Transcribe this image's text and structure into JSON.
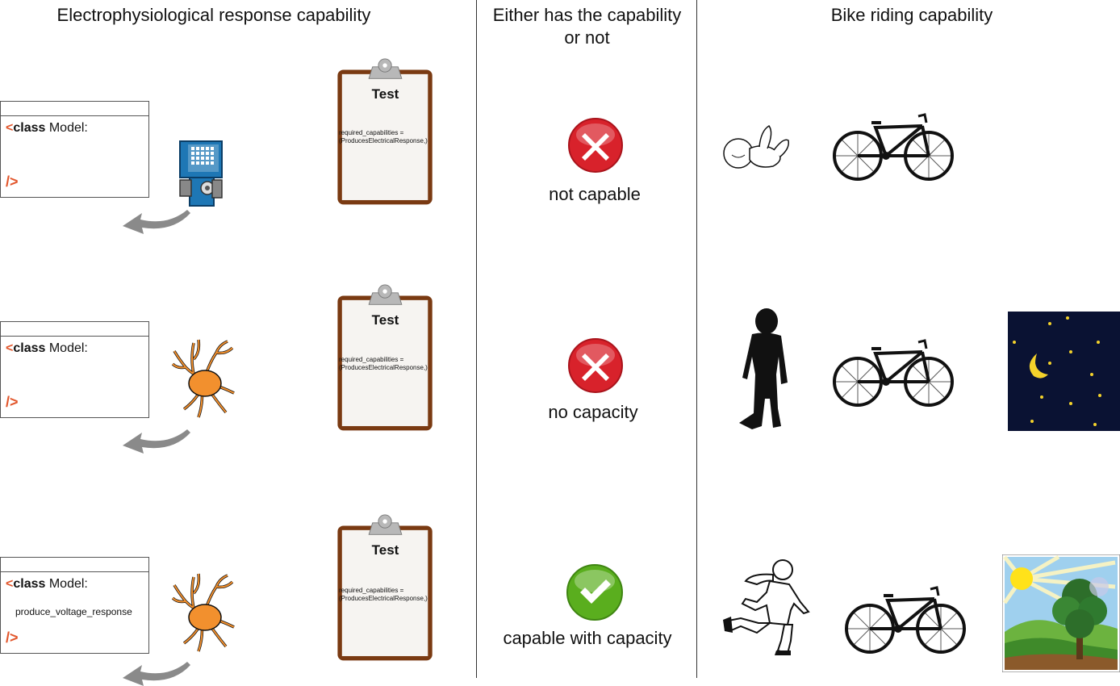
{
  "columns": {
    "left_title": "Electrophysiological response capability",
    "middle_title_line1": "Either has the capability",
    "middle_title_line2": "or not",
    "right_title": "Bike riding capability"
  },
  "rows": [
    {
      "code_keyword": "class",
      "code_name": "Model:",
      "method": "",
      "close_tag": "/>",
      "model_icon": "robot-icon",
      "test_title": "Test",
      "test_text_line1": "required_capabilities =",
      "test_text_line2": "(ProducesElectricalResponse,)",
      "status_label": "not capable",
      "status_icon": "x-mark-icon",
      "rider_icon": "baby-icon",
      "scene_icon": ""
    },
    {
      "code_keyword": "class",
      "code_name": "Model:",
      "method": "",
      "close_tag": "/>",
      "model_icon": "neuron-icon",
      "test_title": "Test",
      "test_text_line1": "required_capabilities =",
      "test_text_line2": "(ProducesElectricalResponse,)",
      "status_label": "no capacity",
      "status_icon": "x-mark-icon",
      "rider_icon": "child-silhouette-icon",
      "scene_icon": "night-sky-icon"
    },
    {
      "code_keyword": "class",
      "code_name": "Model:",
      "method": "produce_voltage_response",
      "close_tag": "/>",
      "model_icon": "neuron-icon",
      "test_title": "Test",
      "test_text_line1": "required_capabilities =",
      "test_text_line2": "(ProducesElectricalResponse,)",
      "status_label": "capable with capacity",
      "status_icon": "check-mark-icon",
      "rider_icon": "running-boy-icon",
      "scene_icon": "sunny-landscape-icon"
    }
  ],
  "colors": {
    "accent_orange": "#e2552a",
    "neuron": "#f2902e",
    "clipboard_brown": "#7a3a12",
    "fail_red": "#d8222b",
    "pass_green": "#5aae1e",
    "robot_blue": "#1e77b5",
    "night": "#0a1233",
    "star": "#f4d22b"
  }
}
